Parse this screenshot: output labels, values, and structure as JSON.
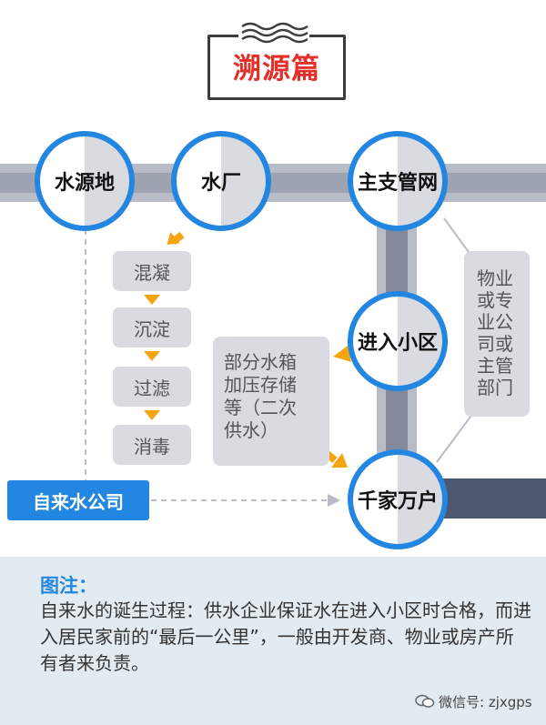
{
  "header": {
    "title": "溯源篇"
  },
  "nodes": {
    "source": "水源地",
    "plant": "水厂",
    "main_network": "主支管网",
    "community": "进入小区",
    "households": "千家万户"
  },
  "process_steps": [
    "混凝",
    "沉淀",
    "过滤",
    "消毒"
  ],
  "storage_box": {
    "text": "部分水箱\n加压存储\n等（二次\n供水）"
  },
  "management_box": {
    "text": "物业\n或专\n业公\n司或\n主管\n部门"
  },
  "company_label": "自来水公司",
  "note": {
    "title": "图注：",
    "text": "自来水的诞生过程：供水企业保证水在进入小区时合格，而进入居民家前的“最后一公里”，一般由开发商、物业或房产所有者来负责。"
  },
  "footer": {
    "wechat_id": "微信号: zjxgps"
  },
  "colors": {
    "accent_blue": "#2386e0",
    "title_red": "#e4302b",
    "arrow_orange": "#f5a511",
    "pipe_light": "#b8bcc7",
    "pipe_dark": "#4e5670",
    "box_gray": "#d9dbe0"
  }
}
